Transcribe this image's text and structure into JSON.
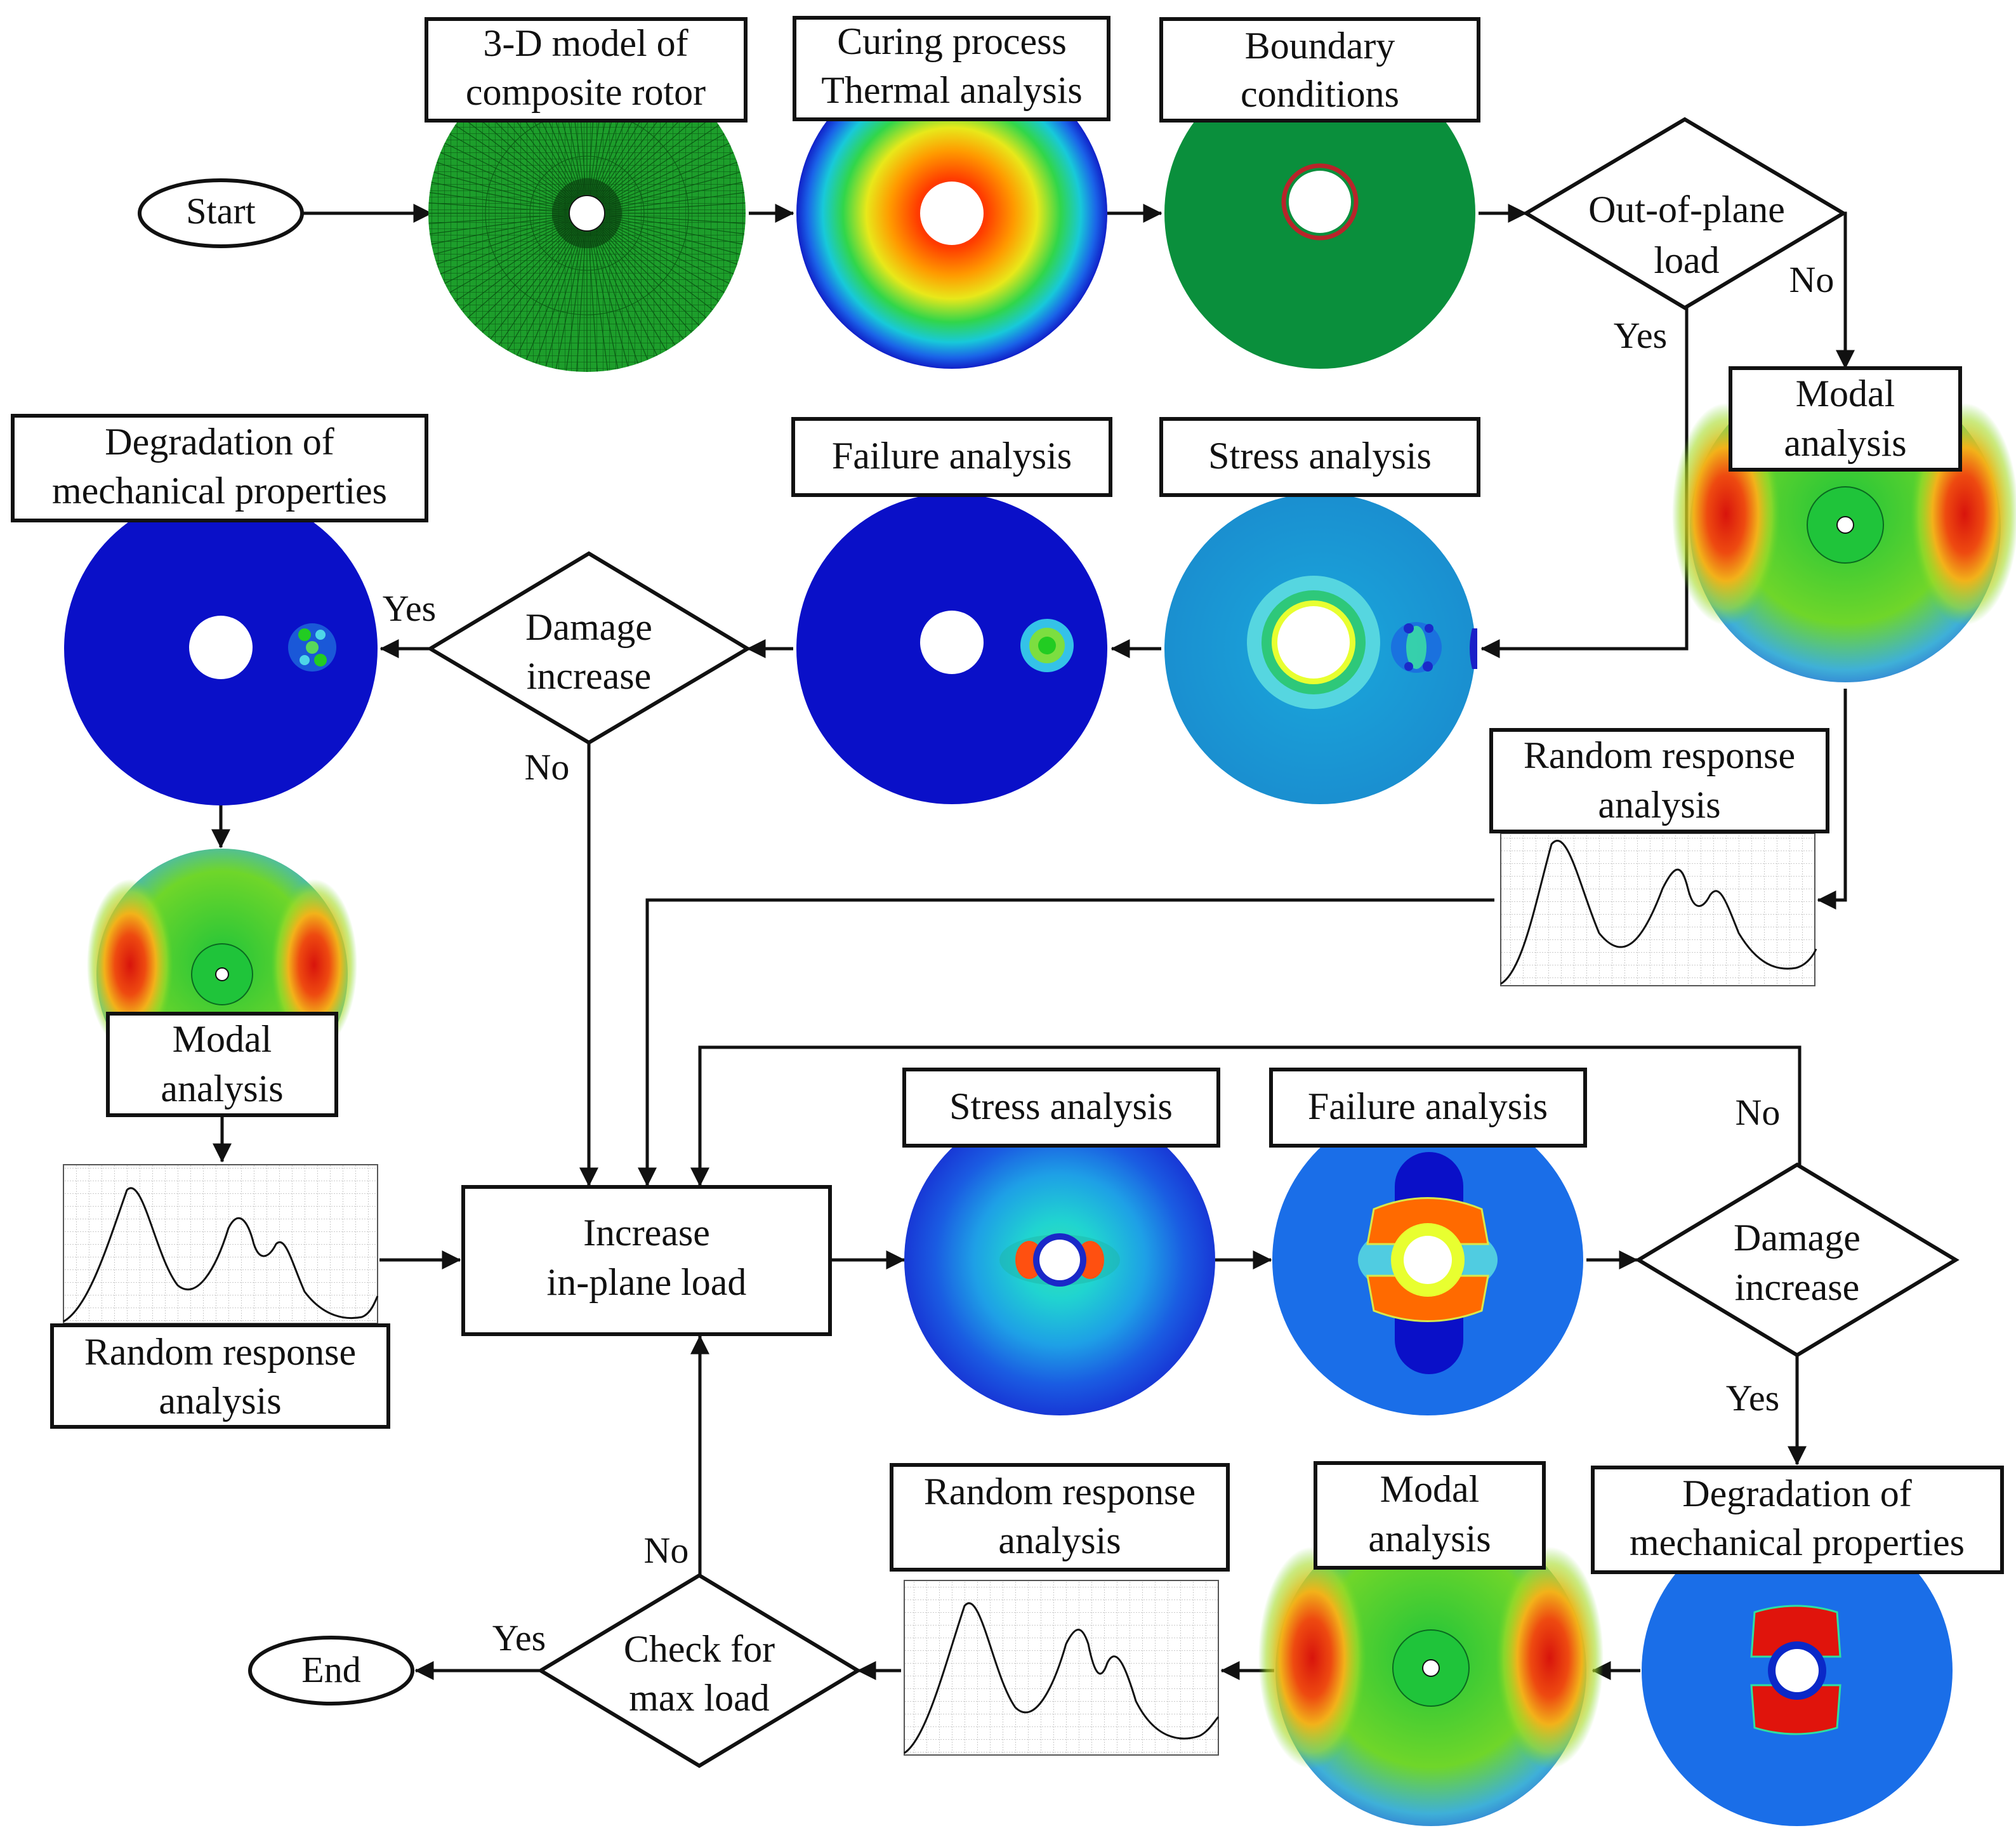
{
  "diagram": {
    "start": "Start",
    "end": "End",
    "top_row": {
      "model_3d": [
        "3-D model of",
        "composite rotor"
      ],
      "curing": [
        "Curing process",
        "Thermal analysis"
      ],
      "boundary": [
        "Boundary",
        "conditions"
      ],
      "out_of_plane": [
        "Out-of-plane",
        "load"
      ],
      "yes": "Yes",
      "no": "No"
    },
    "right_branch": {
      "modal": [
        "Modal",
        "analysis"
      ],
      "random": [
        "Random response",
        "analysis"
      ]
    },
    "middle_row": {
      "stress": "Stress analysis",
      "failure": "Failure analysis",
      "damage": [
        "Damage",
        "increase"
      ],
      "yes": "Yes",
      "no": "No",
      "degradation": [
        "Degradation of",
        "mechanical properties"
      ]
    },
    "left_branch": {
      "modal": [
        "Modal",
        "analysis"
      ],
      "random": [
        "Random response",
        "analysis"
      ]
    },
    "center": {
      "increase_load": [
        "Increase",
        "in-plane load"
      ]
    },
    "lower_loop": {
      "stress": "Stress analysis",
      "failure": "Failure analysis",
      "damage": [
        "Damage",
        "increase"
      ],
      "no": "No",
      "yes": "Yes",
      "degradation": [
        "Degradation of",
        "mechanical properties"
      ],
      "modal": [
        "Modal",
        "analysis"
      ],
      "random": [
        "Random response",
        "analysis"
      ],
      "check": [
        "Check for",
        "max load"
      ],
      "check_yes": "Yes",
      "check_no": "No"
    },
    "colors": {
      "mesh_green": "#1a9e2a",
      "flat_green": "#0a8f3c",
      "deep_blue": "#0a10c8",
      "light_blue": "#1e9ad8",
      "red": "#d41010",
      "orange": "#ff6a00",
      "green": "#22cc22"
    }
  }
}
